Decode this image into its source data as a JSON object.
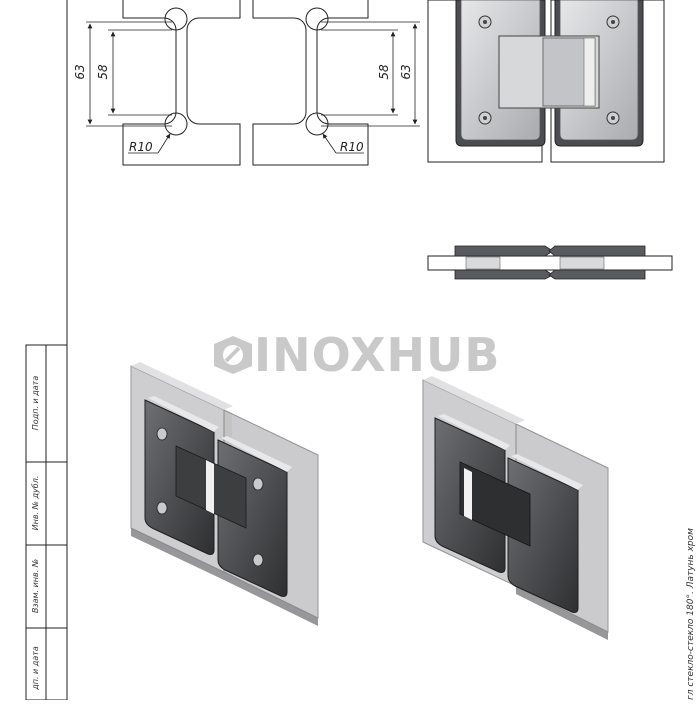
{
  "drawing": {
    "dimensions": {
      "left_outer": "63",
      "left_inner": "58",
      "right_inner": "58",
      "right_outer": "63",
      "left_radius": "R10",
      "right_radius": "R10"
    },
    "watermark": "INOXHUB",
    "title_block_fields": [
      "Подп. и дата",
      "Инв. № дубл.",
      "Взам. инв. №",
      "дп. и дата"
    ],
    "caption": "гл стекло-стекло 180°. Латунь хром"
  },
  "colors": {
    "line": "#222222",
    "metal_light": "#c8c9cb",
    "metal_dark": "#4a4a4c",
    "glass": "#b8b8ba",
    "watermark": "#c9c9c9"
  }
}
